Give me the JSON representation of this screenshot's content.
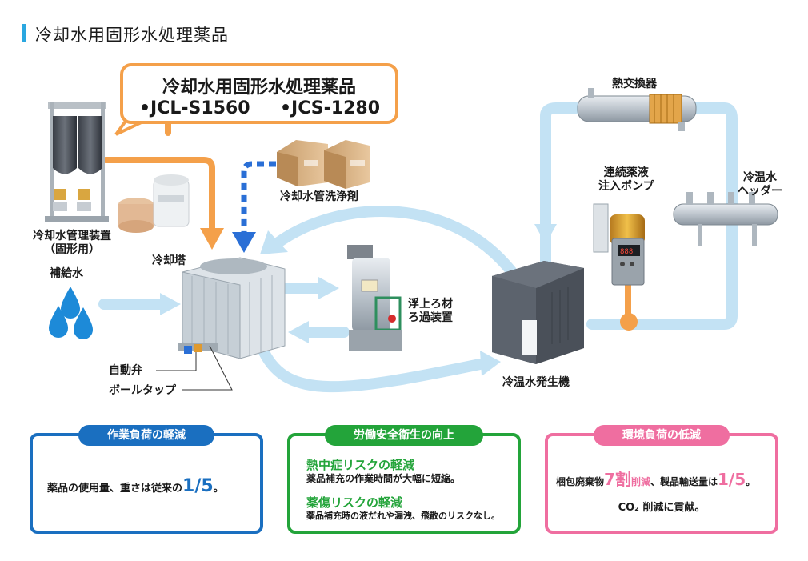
{
  "page_title": "冷却水用固形水処理薬品",
  "callout": {
    "title": "冷却水用固形水処理薬品",
    "product1": "•JCL-S1560",
    "product2": "•JCS-1280"
  },
  "labels": {
    "management_device_1": "冷却水管理装置",
    "management_device_2": "（固形用）",
    "makeup_water": "補給水",
    "cooling_tower": "冷却塔",
    "cleaning_agent": "冷却水管洗浄剤",
    "filter_1": "浮上ろ材",
    "filter_2": "ろ過装置",
    "auto_valve": "自動弁",
    "ball_tap": "ボールタップ",
    "heat_exchanger": "熱交換器",
    "pump_1": "連続薬液",
    "pump_2": "注入ポンプ",
    "header_1": "冷温水",
    "header_2": "ヘッダー",
    "generator": "冷温水発生機"
  },
  "panels": {
    "work": {
      "heading": "作業負荷の軽減",
      "text_prefix": "薬品の使用量、重さは従来の",
      "text_highlight": "1/5",
      "text_suffix": "。"
    },
    "safety": {
      "heading": "労働安全衛生の向上",
      "sub1": "熱中症リスクの軽減",
      "text1": "薬品補充の作業時間が大幅に短縮。",
      "sub2": "薬傷リスクの軽減",
      "text2": "薬品補充時の液だれや漏洩、飛散のリスクなし。"
    },
    "environment": {
      "heading": "環境負荷の低減",
      "text_a": "梱包廃棄物",
      "text_b": "7割",
      "text_c": "削減",
      "text_d": "、製品輸送量は",
      "text_e": "1/5",
      "text_f": "。",
      "text2": "CO₂ 削減に貢献。"
    }
  },
  "colors": {
    "accent_blue": "#2aa7e0",
    "flow_light_blue": "#c3e2f4",
    "orange": "#f4a04a",
    "dash_blue": "#2a6fd6",
    "panel_blue": "#1a6fc0",
    "panel_green": "#23a43a",
    "panel_pink": "#ef6ea0"
  },
  "icons": {
    "water_drops": "water-drops-icon"
  }
}
